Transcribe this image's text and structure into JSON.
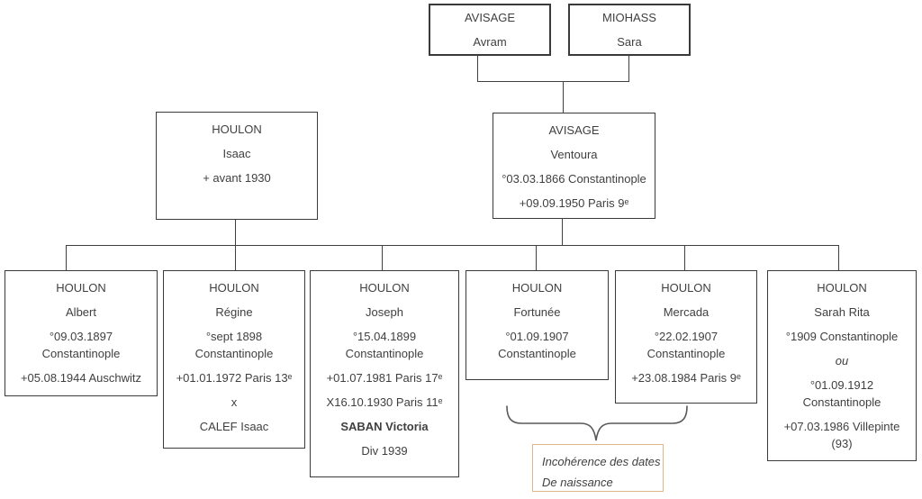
{
  "colors": {
    "box_border": "#3a3a3a",
    "line": "#404040",
    "text": "#3f3f3f",
    "note_border": "#dcb887",
    "brace": "#595959",
    "background": "#ffffff"
  },
  "people": {
    "grandfather": {
      "paras": [
        [
          "AVISAGE"
        ],
        [
          "Avram"
        ]
      ]
    },
    "grandmother": {
      "paras": [
        [
          "MIOHASS"
        ],
        [
          "Sara"
        ]
      ]
    },
    "father": {
      "paras": [
        [
          "HOULON"
        ],
        [
          "Isaac"
        ],
        [
          "+ avant 1930"
        ]
      ]
    },
    "mother": {
      "paras": [
        [
          "AVISAGE"
        ],
        [
          "Ventoura"
        ],
        [
          "°03.03.1866 Constantinople"
        ],
        [
          "+09.09.1950 Paris 9ᵉ"
        ]
      ]
    },
    "child1": {
      "paras": [
        [
          "HOULON"
        ],
        [
          "Albert"
        ],
        [
          "°09.03.1897",
          "Constantinople"
        ],
        [
          "+05.08.1944 Auschwitz"
        ]
      ]
    },
    "child2": {
      "paras": [
        [
          "HOULON"
        ],
        [
          "Régine"
        ],
        [
          "°sept 1898",
          "Constantinople"
        ],
        [
          "+01.01.1972 Paris 13ᵉ"
        ],
        [
          "x"
        ],
        [
          "CALEF Isaac"
        ]
      ]
    },
    "child3": {
      "paras": [
        [
          "HOULON"
        ],
        [
          "Joseph"
        ],
        [
          "°15.04.1899",
          "Constantinople"
        ],
        [
          "+01.07.1981 Paris 17ᵉ"
        ],
        [
          "X16.10.1930 Paris 11ᵉ"
        ],
        [
          "SABAN Victoria"
        ],
        [
          "Div 1939"
        ]
      ]
    },
    "child4": {
      "paras": [
        [
          "HOULON"
        ],
        [
          "Fortunée"
        ],
        [
          "°01.09.1907",
          "Constantinople"
        ]
      ]
    },
    "child5": {
      "paras": [
        [
          "HOULON"
        ],
        [
          "Mercada"
        ],
        [
          "°22.02.1907",
          "Constantinople"
        ],
        [
          "+23.08.1984 Paris 9ᵉ"
        ]
      ]
    },
    "child6": {
      "paras": [
        [
          "HOULON"
        ],
        [
          "Sarah Rita"
        ],
        [
          "°1909 Constantinople"
        ],
        [
          "ou"
        ],
        [
          "°01.09.1912",
          "Constantinople"
        ],
        [
          "+07.03.1986 Villepinte",
          "(93)"
        ]
      ]
    }
  },
  "note": {
    "lines": [
      "Incohérence des dates",
      "De naissance"
    ]
  }
}
